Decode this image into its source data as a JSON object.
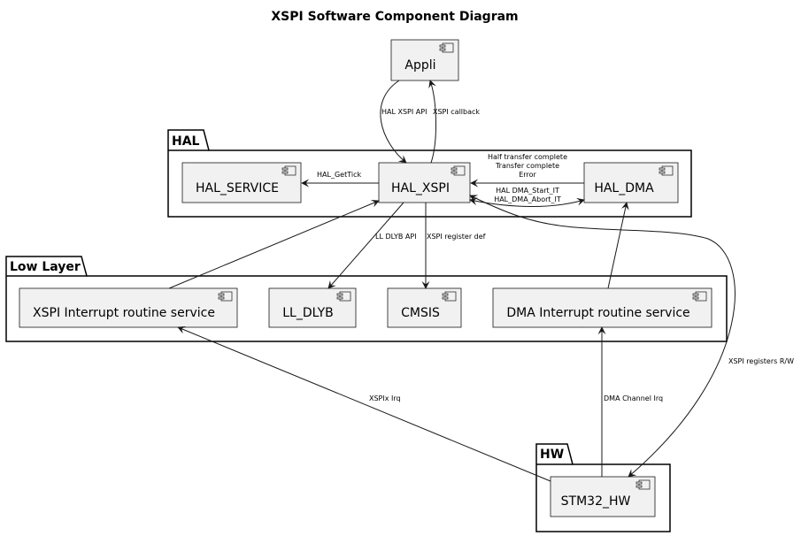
{
  "title": "XSPI Software Component Diagram",
  "packages": {
    "hal": "HAL",
    "low_layer": "Low Layer",
    "hw": "HW"
  },
  "components": {
    "appli": "Appli",
    "hal_service": "HAL_SERVICE",
    "hal_xspi": "HAL_XSPI",
    "hal_dma": "HAL_DMA",
    "xspi_irq": "XSPI Interrupt routine service",
    "ll_dlyb": "LL_DLYB",
    "cmsis": "CMSIS",
    "dma_irq": "DMA Interrupt routine service",
    "stm32_hw": "STM32_HW"
  },
  "edges": {
    "hal_xspi_api": "HAL XSPI API",
    "xspi_callback": "XSPI callback",
    "hal_gettick": "HAL_GetTick",
    "dma_to_xspi_1": "Half transfer complete",
    "dma_to_xspi_2": "Transfer complete",
    "dma_to_xspi_3": "Error",
    "xspi_to_dma_1": "HAL DMA_Start_IT",
    "xspi_to_dma_2": "HAL_DMA_Abort_IT",
    "ll_dlyb_api": "LL DLYB API",
    "xspi_register_def": "XSPI register def",
    "xspi_registers_rw": "XSPI registers R/W",
    "xspix_irq": "XSPIx Irq",
    "dma_channel_irq": "DMA Channel Irq"
  }
}
